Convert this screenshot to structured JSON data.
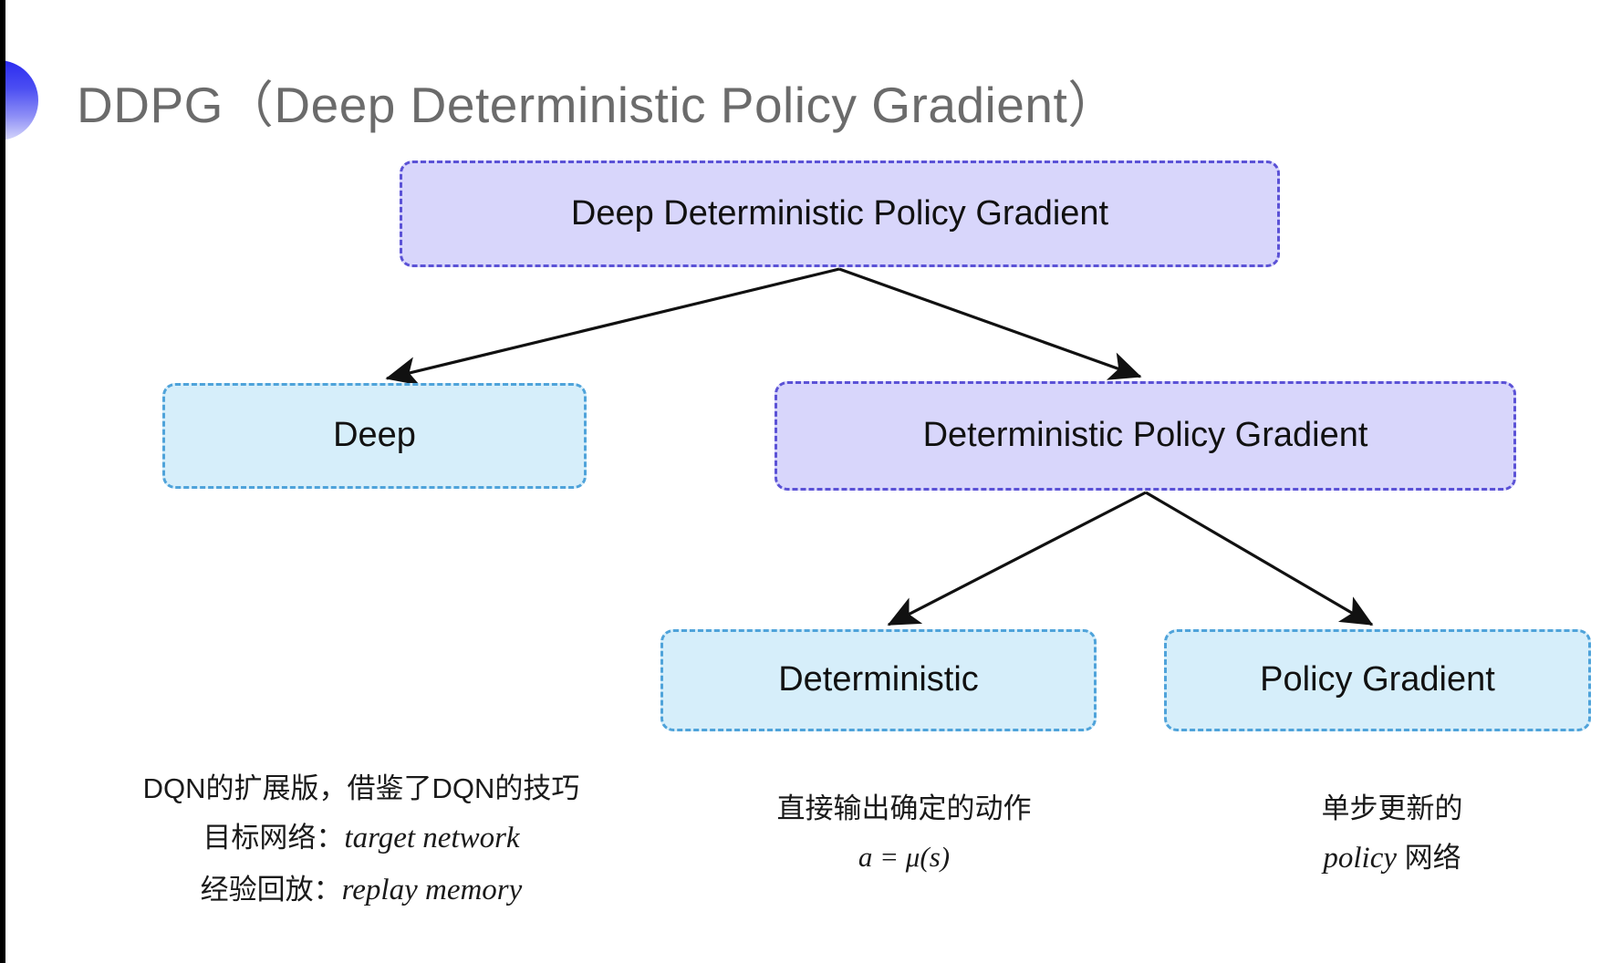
{
  "slide": {
    "title": "DDPG（Deep Deterministic Policy Gradient）",
    "bullet_icon": "gradient-semicircle-bullet",
    "background": "#ffffff",
    "accent_purple": "#5b52d6",
    "accent_blue": "#4fa3da",
    "fill_purple": "#d8d6fb",
    "fill_blue": "#d6eefa",
    "title_color": "#6b6b6b"
  },
  "diagram": {
    "nodes": [
      {
        "id": "root",
        "label": "Deep Deterministic Policy Gradient",
        "style": "purple"
      },
      {
        "id": "deep",
        "label": "Deep",
        "style": "blue"
      },
      {
        "id": "dpg",
        "label": "Deterministic Policy Gradient",
        "style": "purple"
      },
      {
        "id": "det",
        "label": "Deterministic",
        "style": "blue"
      },
      {
        "id": "pg",
        "label": "Policy Gradient",
        "style": "blue"
      }
    ],
    "edges": [
      {
        "from": "root",
        "to": "deep",
        "arrow": "arrowhead"
      },
      {
        "from": "root",
        "to": "dpg",
        "arrow": "arrowhead"
      },
      {
        "from": "dpg",
        "to": "det",
        "arrow": "arrowhead"
      },
      {
        "from": "dpg",
        "to": "pg",
        "arrow": "arrowhead"
      }
    ]
  },
  "captions": {
    "deep": {
      "line1": "DQN的扩展版，借鉴了DQN的技巧",
      "line2_label": "目标网络：",
      "line2_term": "target network",
      "line3_label": "经验回放：",
      "line3_term": "replay memory"
    },
    "deterministic": {
      "line1": "直接输出确定的动作",
      "formula": "a = μ(s)"
    },
    "policy_gradient": {
      "line1": "单步更新的",
      "line2_term": "policy",
      "line2_suffix": " 网络"
    }
  }
}
